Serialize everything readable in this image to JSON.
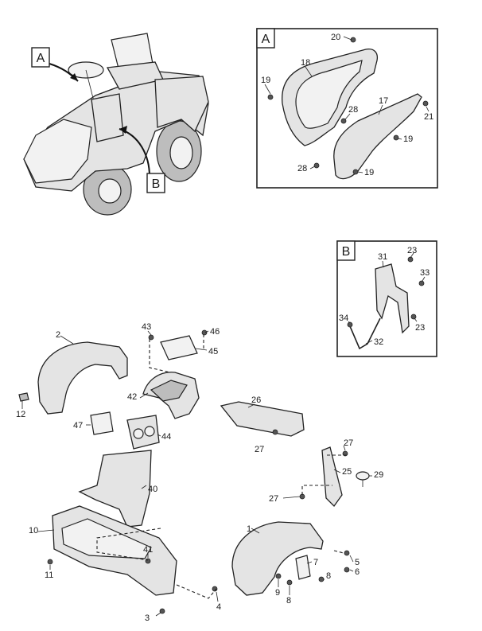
{
  "inset_tags": {
    "a": "A",
    "b": "B"
  },
  "inset_a_labels": [
    "20",
    "18",
    "19",
    "17",
    "21",
    "28",
    "19",
    "28",
    "19"
  ],
  "inset_b_labels": [
    "31",
    "23",
    "33",
    "34",
    "23",
    "32"
  ],
  "main_labels": [
    "2",
    "43",
    "46",
    "45",
    "12",
    "42",
    "26",
    "47",
    "44",
    "27",
    "27",
    "25",
    "29",
    "40",
    "27",
    "10",
    "1",
    "41",
    "5",
    "7",
    "6",
    "8",
    "11",
    "9",
    "8",
    "4",
    "3"
  ],
  "colors": {
    "line": "#222222",
    "fill": "#e4e4e4",
    "background": "#ffffff"
  }
}
